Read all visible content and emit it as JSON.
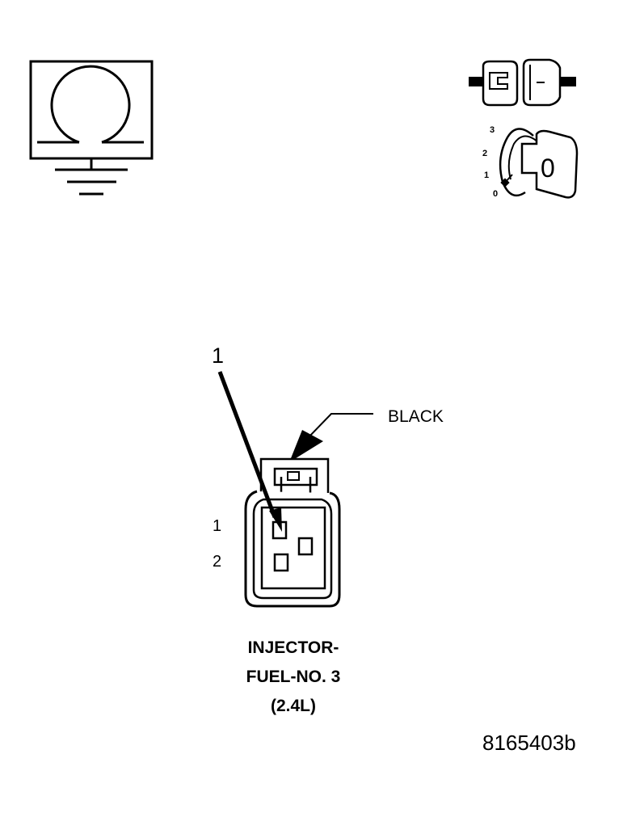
{
  "icons": {
    "ohmmeter": "ohmmeter-icon",
    "connector_disconnect": "disconnect-connector-icon",
    "ignition_key": "ignition-key-icon"
  },
  "ignition": {
    "positions": [
      "3",
      "2",
      "1",
      "0"
    ],
    "key_label": "0"
  },
  "connector": {
    "callout": "1",
    "color": "BLACK",
    "pins": [
      "1",
      "2"
    ],
    "title": [
      "INJECTOR-",
      "FUEL-NO. 3",
      "(2.4L)"
    ]
  },
  "figure_id": "8165403b"
}
